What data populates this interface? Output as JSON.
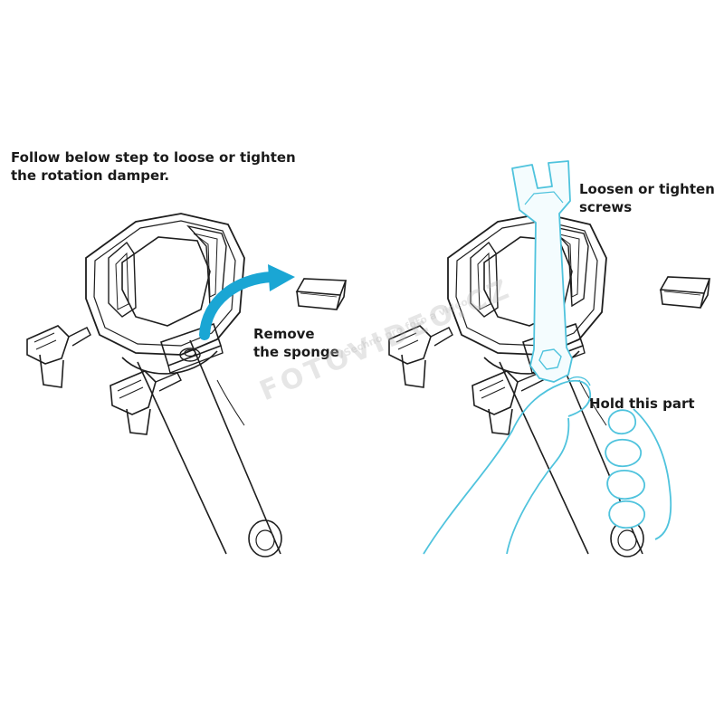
{
  "instructions": {
    "intro_line1": "Follow below step to loose or tighten",
    "intro_line2": "the rotation damper.",
    "remove_line1": "Remove",
    "remove_line2": "the sponge",
    "loosen_line1": "Loosen or tighten",
    "loosen_line2": "screws",
    "hold": "Hold this part"
  },
  "watermark": {
    "main": "FOTOVIDEO.CZ",
    "small": "VSechno pro foto a video"
  },
  "colors": {
    "line_art": "#1e1e1e",
    "arrow": "#1aa6d4",
    "highlight": "#4fc3dd",
    "text": "#1a1a1a"
  },
  "icons": {
    "arrow": "curved-arrow-icon",
    "sponge": "sponge-icon",
    "wrench": "wrench-icon",
    "hand": "hand-icon"
  }
}
